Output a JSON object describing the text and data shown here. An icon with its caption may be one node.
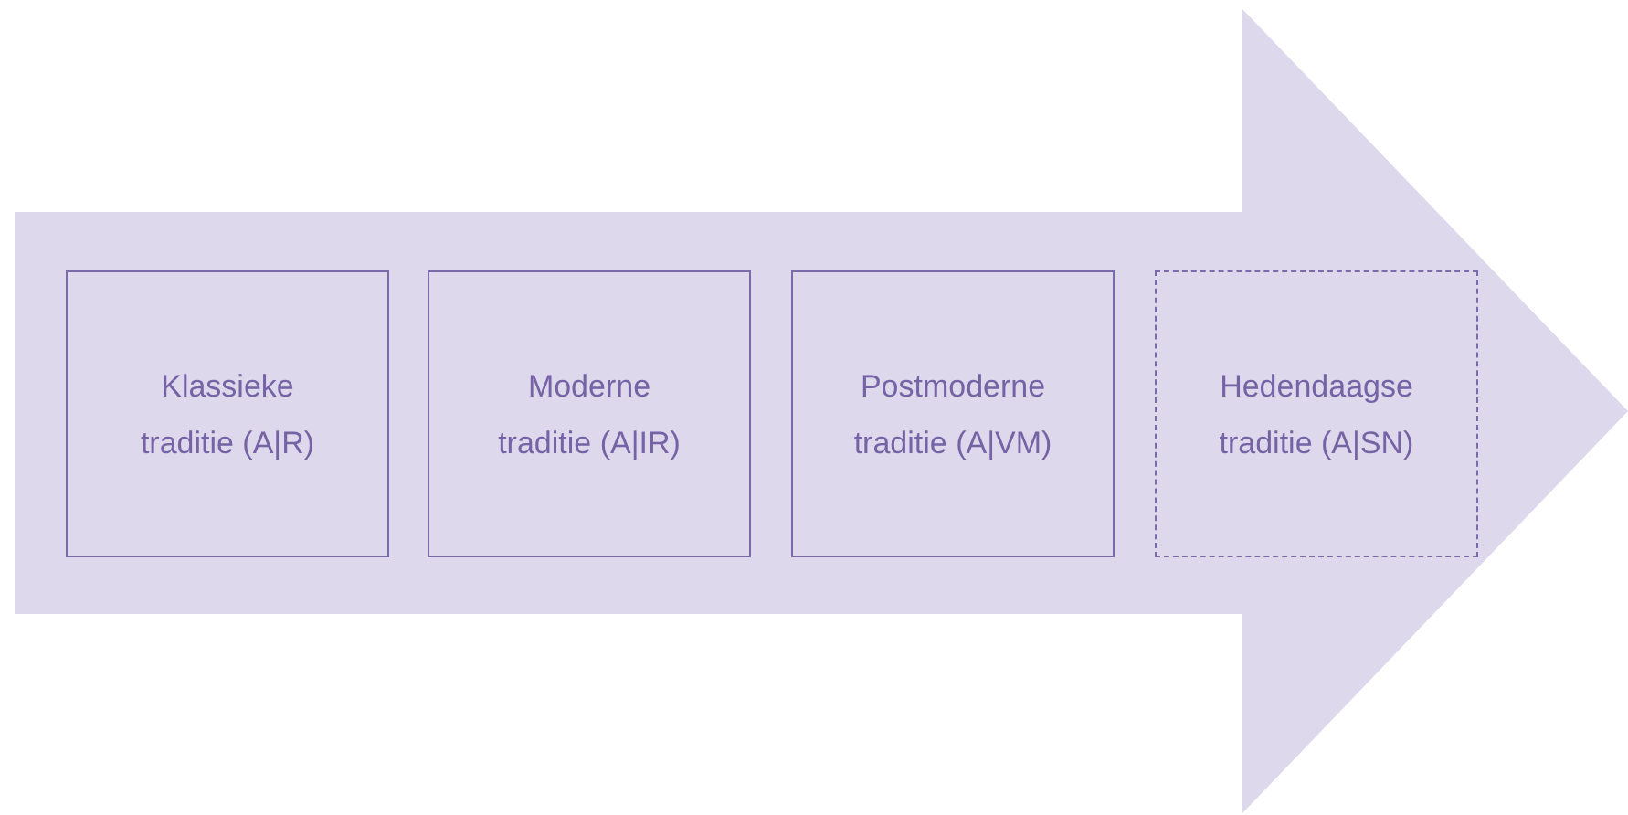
{
  "diagram": {
    "nodes": [
      {
        "text": [],
        "shape": "arrow"
      },
      {
        "text": [
          "Klassieke traditie (A|R)"
        ],
        "in": 0
      },
      {
        "text": [
          "Moderne traditie (A|IR)"
        ],
        "in": 0
      },
      {
        "text": [
          "Postmoderne traditie (A|VM)"
        ],
        "in": 0
      },
      {
        "text": [
          "Hedendaagse traditie (A|SN)"
        ],
        "in": 0
      }
    ]
  }
}
